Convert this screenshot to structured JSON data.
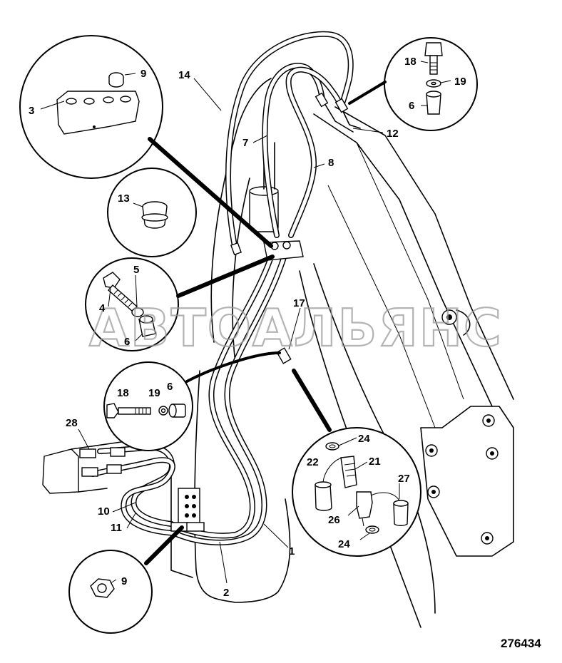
{
  "watermark": "АВТОАЛЬЯНС",
  "reference_number": "276434",
  "callouts": {
    "c1": "1",
    "c2": "2",
    "c3": "3",
    "c4": "4",
    "c5": "5",
    "c6a": "6",
    "c6b": "6",
    "c6c": "6",
    "c7": "7",
    "c8": "8",
    "c9a": "9",
    "c9b": "9",
    "c10": "10",
    "c11": "11",
    "c12": "12",
    "c13": "13",
    "c14": "14",
    "c17": "17",
    "c18a": "18",
    "c18b": "18",
    "c19a": "19",
    "c19b": "19",
    "c21": "21",
    "c22": "22",
    "c24a": "24",
    "c24b": "24",
    "c26": "26",
    "c27": "27",
    "c28": "28"
  }
}
